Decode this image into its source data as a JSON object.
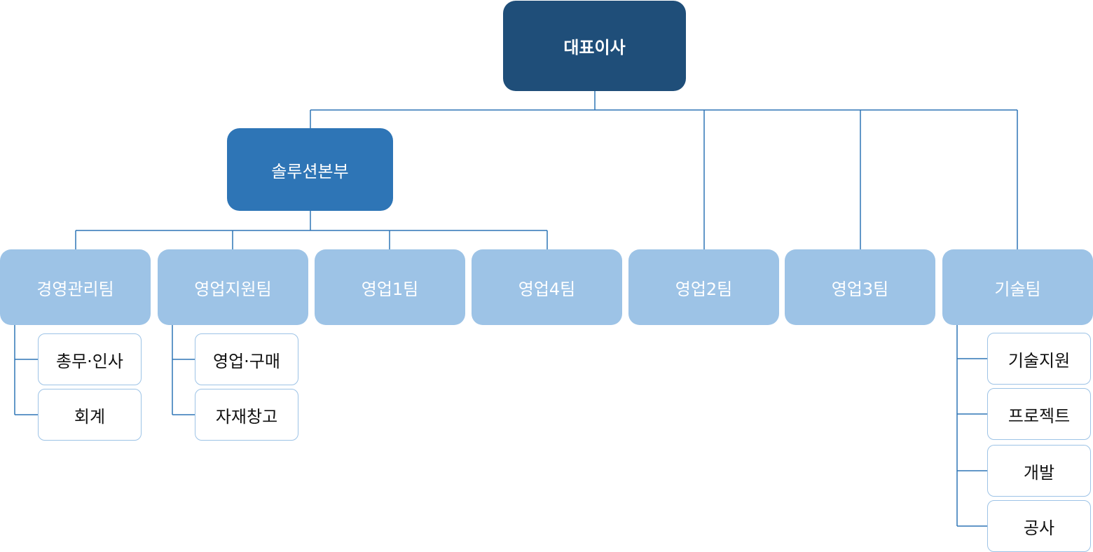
{
  "org": {
    "ceo": "대표이사",
    "division": "솔루션본부",
    "teams": {
      "management": "경영관리팀",
      "sales_support": "영업지원팀",
      "sales1": "영업1팀",
      "sales4": "영업4팀",
      "sales2": "영업2팀",
      "sales3": "영업3팀",
      "tech": "기술팀"
    },
    "management_units": [
      "총무·인사",
      "회계"
    ],
    "sales_support_units": [
      "영업·구매",
      "자재창고"
    ],
    "tech_units": [
      "기술지원",
      "프로젝트",
      "개발",
      "공사"
    ]
  },
  "colors": {
    "ceo": "#1f4e79",
    "division": "#2e75b6",
    "team": "#9dc3e6",
    "unit_border": "#9dc3e6",
    "connector": "#2e75b6"
  }
}
